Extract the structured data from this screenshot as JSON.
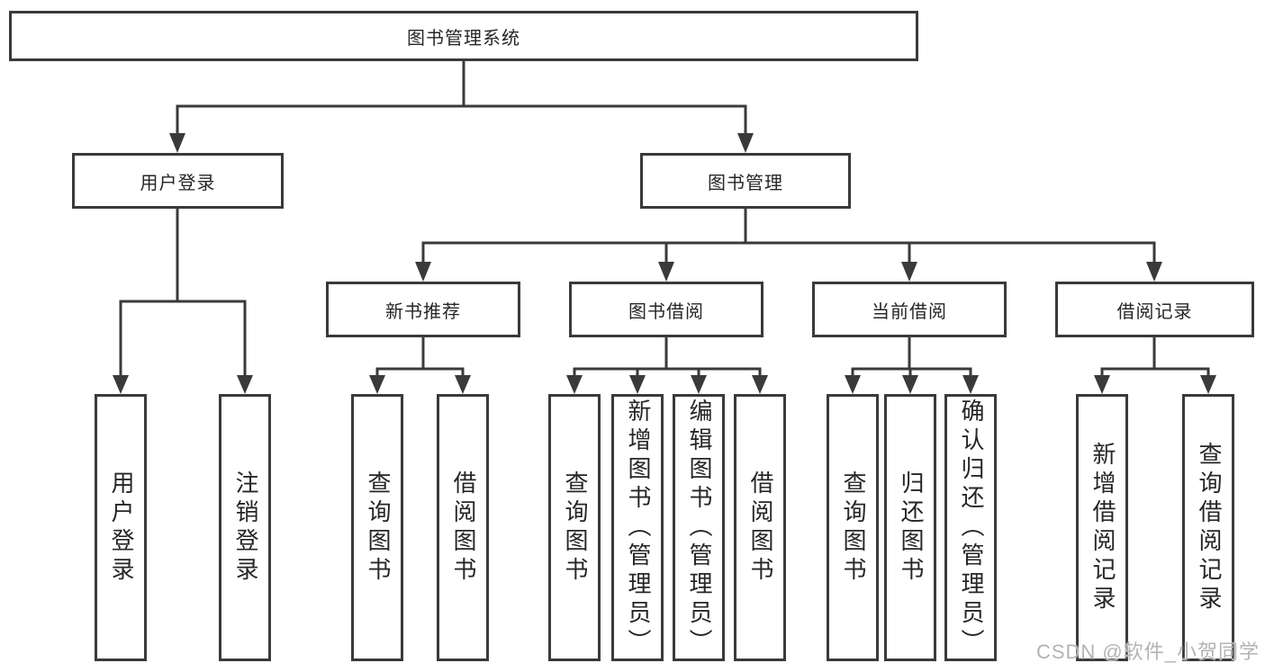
{
  "colors": {
    "line": "#3a3a3a",
    "border": "#3a3a3a",
    "text": "#262626",
    "background": "#ffffff",
    "watermark_text": "#b3b3b3"
  },
  "tree": {
    "root": {
      "label": "图书管理系统"
    },
    "branches": [
      {
        "label": "用户登录",
        "children": [
          {
            "label": "用户登录"
          },
          {
            "label": "注销登录"
          }
        ]
      },
      {
        "label": "图书管理",
        "children": [
          {
            "label": "新书推荐",
            "children": [
              {
                "label": "查询图书"
              },
              {
                "label": "借阅图书"
              }
            ]
          },
          {
            "label": "图书借阅",
            "children": [
              {
                "label": "查询图书"
              },
              {
                "label": "新增图书（管理员）"
              },
              {
                "label": "编辑图书（管理员）"
              },
              {
                "label": "借阅图书"
              }
            ]
          },
          {
            "label": "当前借阅",
            "children": [
              {
                "label": "查询图书"
              },
              {
                "label": "归还图书"
              },
              {
                "label": "确认归还（管理员）"
              }
            ]
          },
          {
            "label": "借阅记录",
            "children": [
              {
                "label": "新增借阅记录"
              },
              {
                "label": "查询借阅记录"
              }
            ]
          }
        ]
      }
    ]
  },
  "watermark": {
    "text": "CSDN @软件_小贺同学"
  }
}
